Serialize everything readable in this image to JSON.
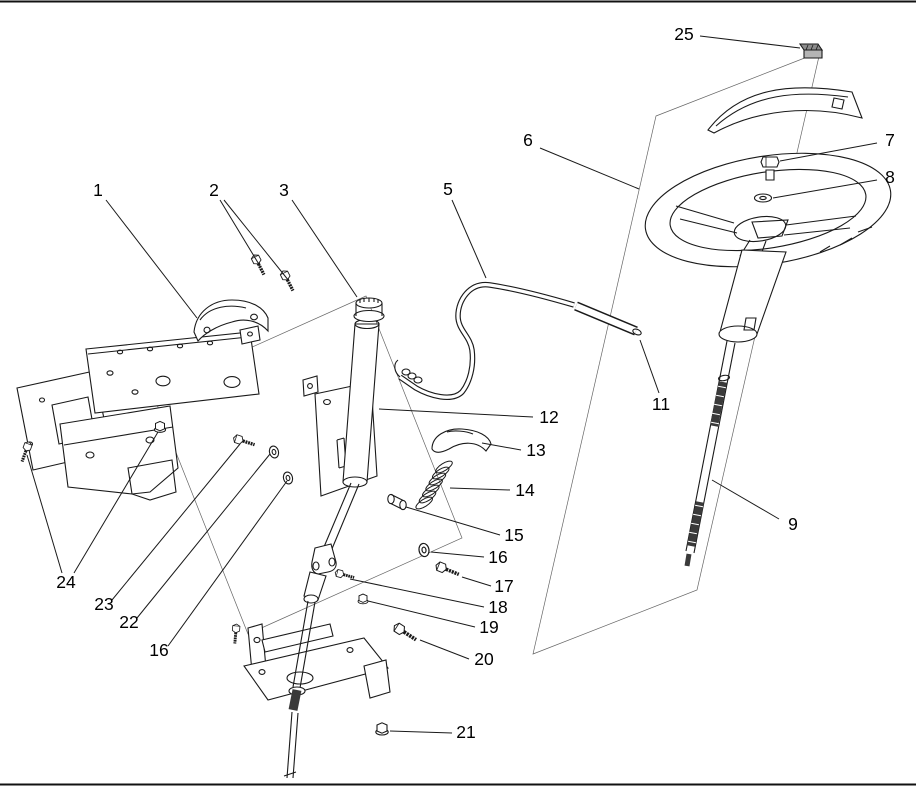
{
  "diagram": {
    "kind": "exploded-parts-line-drawing",
    "colors": {
      "line": "#1a1a1a",
      "background": "#ffffff",
      "shade": "#555555",
      "dark_fill": "#3a3a3a"
    },
    "callouts": {
      "n1": "1",
      "n2": "2",
      "n3": "3",
      "n5": "5",
      "n6": "6",
      "n7": "7",
      "n8": "8",
      "n9": "9",
      "n11": "11",
      "n12": "12",
      "n13": "13",
      "n14": "14",
      "n15": "15",
      "n16a": "16",
      "n16b": "16",
      "n17": "17",
      "n18": "18",
      "n19": "19",
      "n20": "20",
      "n21": "21",
      "n22": "22",
      "n23": "23",
      "n24": "24",
      "n25": "25"
    }
  }
}
